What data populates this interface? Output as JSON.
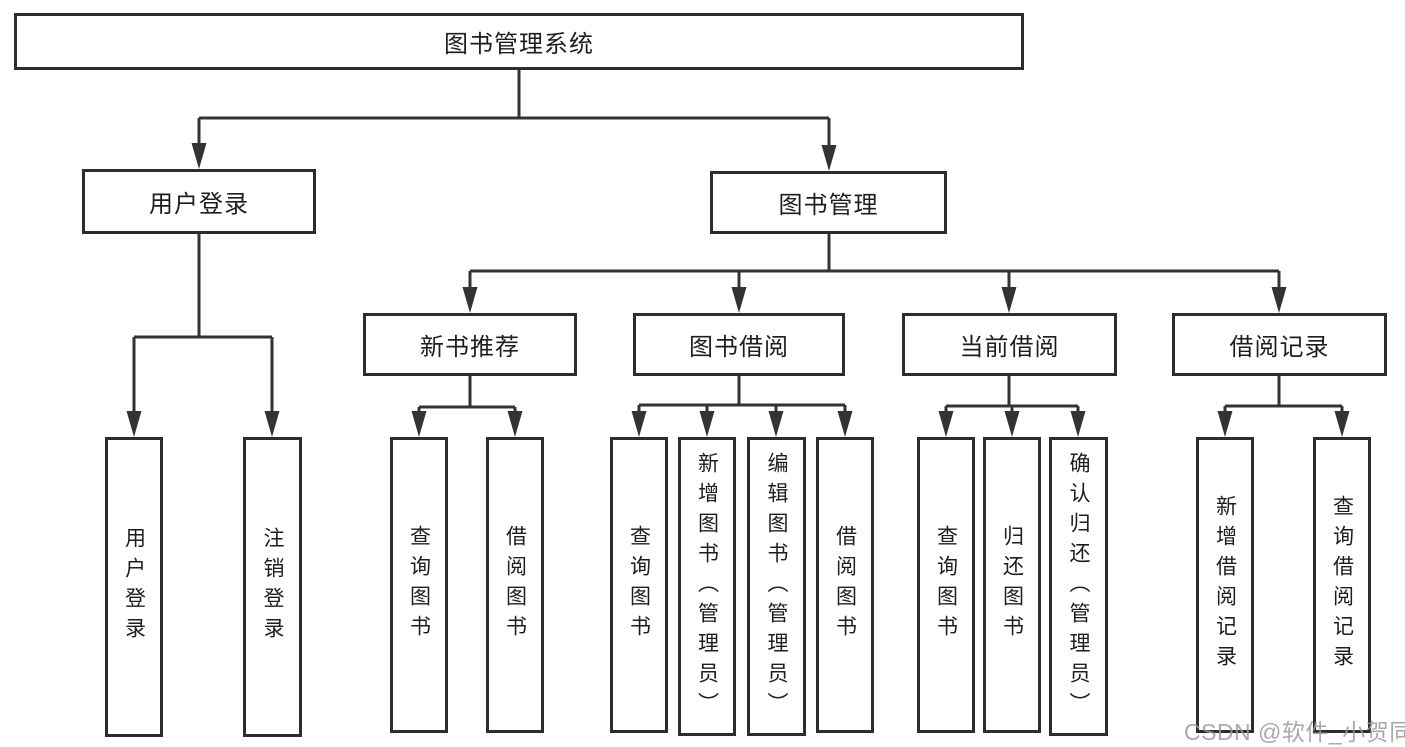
{
  "diagram": {
    "root": {
      "label": "图书管理系统"
    },
    "branches": [
      {
        "label": "用户登录",
        "children": [
          {
            "label": "用户登录"
          },
          {
            "label": "注销登录"
          }
        ]
      },
      {
        "label": "图书管理",
        "children": [
          {
            "label": "新书推荐",
            "children": [
              {
                "label": "查询图书"
              },
              {
                "label": "借阅图书"
              }
            ]
          },
          {
            "label": "图书借阅",
            "children": [
              {
                "label": "查询图书"
              },
              {
                "label": "新增图书（管理员）"
              },
              {
                "label": "编辑图书（管理员）"
              },
              {
                "label": "借阅图书"
              }
            ]
          },
          {
            "label": "当前借阅",
            "children": [
              {
                "label": "查询图书"
              },
              {
                "label": "归还图书"
              },
              {
                "label": "确认归还（管理员）"
              }
            ]
          },
          {
            "label": "借阅记录",
            "children": [
              {
                "label": "新增借阅记录"
              },
              {
                "label": "查询借阅记录"
              }
            ]
          }
        ]
      }
    ],
    "watermark": "CSDN @软件_小贺同学",
    "colors": {
      "line": "#333333",
      "border": "#2d2d2d",
      "text": "#1e1e1e",
      "watermark": "#9b9b9b",
      "background": "#ffffff"
    }
  }
}
